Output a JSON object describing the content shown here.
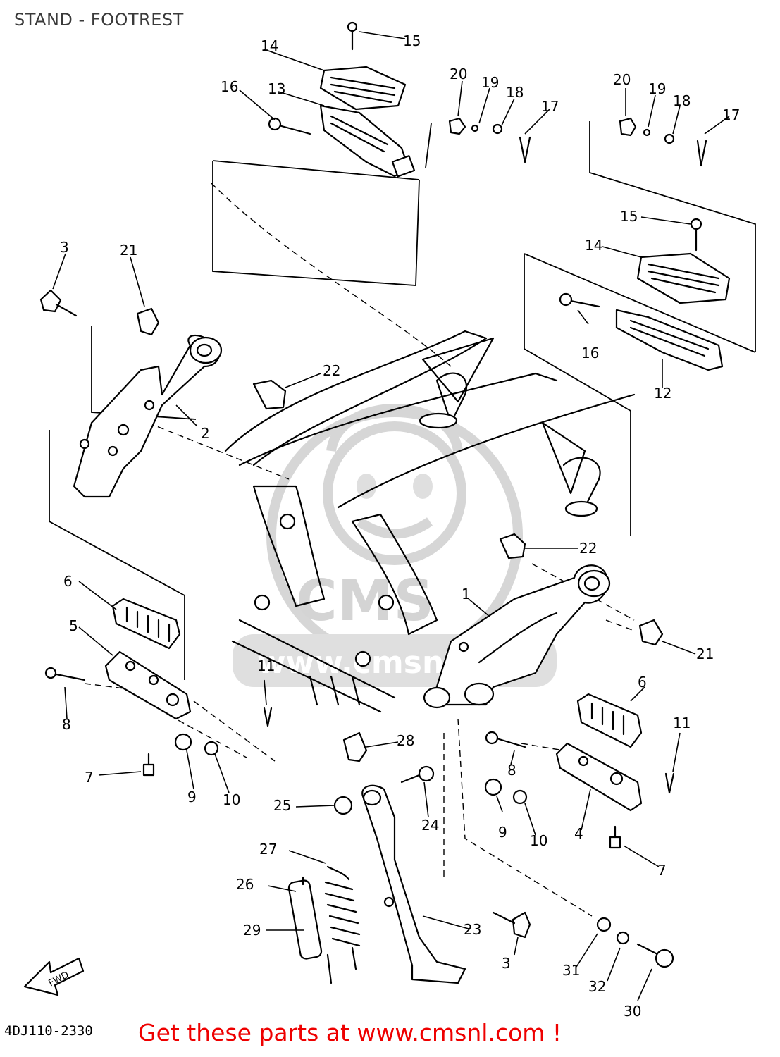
{
  "title": "STAND - FOOTREST",
  "diagram_code": "4DJ110-2330",
  "footer_text": "Get these parts at www.cmsnl.com !",
  "watermark": {
    "text": "www.cmsnl.com",
    "logo_text": "CMS"
  },
  "fwd_arrow_label": "FWD",
  "labels": {
    "p1": "1",
    "p2": "2",
    "p3a": "3",
    "p3b": "3",
    "p4": "4",
    "p5": "5",
    "p6a": "6",
    "p6b": "6",
    "p7a": "7",
    "p7b": "7",
    "p8a": "8",
    "p8b": "8",
    "p9a": "9",
    "p9b": "9",
    "p10a": "10",
    "p10b": "10",
    "p11a": "11",
    "p11b": "11",
    "p12": "12",
    "p13": "13",
    "p14a": "14",
    "p14b": "14",
    "p15a": "15",
    "p15b": "15",
    "p16a": "16",
    "p16b": "16",
    "p17a": "17",
    "p17b": "17",
    "p18a": "18",
    "p18b": "18",
    "p19a": "19",
    "p19b": "19",
    "p20a": "20",
    "p20b": "20",
    "p21a": "21",
    "p21b": "21",
    "p22a": "22",
    "p22b": "22",
    "p23": "23",
    "p24": "24",
    "p25": "25",
    "p26": "26",
    "p27": "27",
    "p28": "28",
    "p29": "29",
    "p30": "30",
    "p31": "31",
    "p32": "32"
  }
}
